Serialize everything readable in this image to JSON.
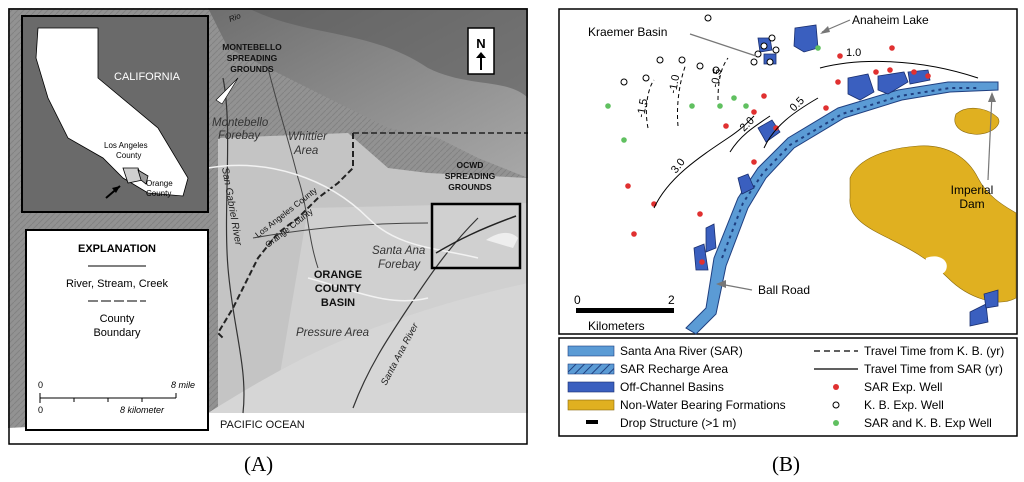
{
  "panel_a": {
    "caption": "(A)",
    "inset_state": "CALIFORNIA",
    "inset_la_county_l1": "Los Angeles",
    "inset_la_county_l2": "County",
    "inset_orange_county_l1": "Orange",
    "inset_orange_county_l2": "County",
    "north_label": "N",
    "explanation_title": "EXPLANATION",
    "legend_river": "River, Stream, Creek",
    "legend_county_l1": "County",
    "legend_county_l2": "Boundary",
    "scale_zero_top": "0",
    "scale_mile": "8 mile",
    "scale_zero_bottom": "0",
    "scale_km": "8 kilometer",
    "rio_hondo": "Rio",
    "montebello_grounds_l1": "MONTEBELLO",
    "montebello_grounds_l2": "SPREADING",
    "montebello_grounds_l3": "GROUNDS",
    "montebello_forebay_l1": "Montebello",
    "montebello_forebay_l2": "Forebay",
    "whittier_l1": "Whittier",
    "whittier_l2": "Area",
    "ocwd_l1": "OCWD",
    "ocwd_l2": "SPREADING",
    "ocwd_l3": "GROUNDS",
    "san_gabriel_river": "San Gabriel River",
    "la_county_line": "Los Angeles County",
    "orange_county_line": "Orange County",
    "santa_ana_forebay_l1": "Santa Ana",
    "santa_ana_forebay_l2": "Forebay",
    "basin_l1": "ORANGE",
    "basin_l2": "COUNTY",
    "basin_l3": "BASIN",
    "pressure_area": "Pressure Area",
    "santa_ana_river": "Santa Ana River",
    "ocean": "PACIFIC OCEAN"
  },
  "panel_b": {
    "caption": "(B)",
    "kraemer_basin": "Kraemer Basin",
    "anaheim_lake": "Anaheim Lake",
    "imperial_dam_l1": "Imperial",
    "imperial_dam_l2": "Dam",
    "ball_road": "Ball Road",
    "contour_labels_kb": [
      "-1.5",
      "-1.0",
      "-0.5"
    ],
    "contour_labels_sar": [
      "3.0",
      "2.0",
      "0.5",
      "1.0"
    ],
    "scale_zero": "0",
    "scale_two": "2",
    "scale_unit": "Kilometers",
    "legend": [
      {
        "label": "Santa Ana River (SAR)",
        "symbol": "sar"
      },
      {
        "label": "SAR Recharge Area",
        "symbol": "recharge"
      },
      {
        "label": "Off-Channel Basins",
        "symbol": "basin"
      },
      {
        "label": "Non-Water Bearing Formations",
        "symbol": "nonwater"
      },
      {
        "label": "Drop Structure (>1 m)",
        "symbol": "drop"
      },
      {
        "label": "Travel Time from K. B. (yr)",
        "symbol": "dashed"
      },
      {
        "label": "Travel Time from SAR (yr)",
        "symbol": "solid"
      },
      {
        "label": "SAR Exp. Well",
        "symbol": "red-dot"
      },
      {
        "label": "K. B. Exp. Well",
        "symbol": "open-dot"
      },
      {
        "label": "SAR and K. B. Exp Well",
        "symbol": "green-dot"
      }
    ],
    "colors": {
      "sar": "#5b9bd5",
      "basin": "#3a5fbf",
      "nonwater": "#e0b020",
      "sar_well": "#e03030",
      "both_well": "#60c060"
    }
  }
}
